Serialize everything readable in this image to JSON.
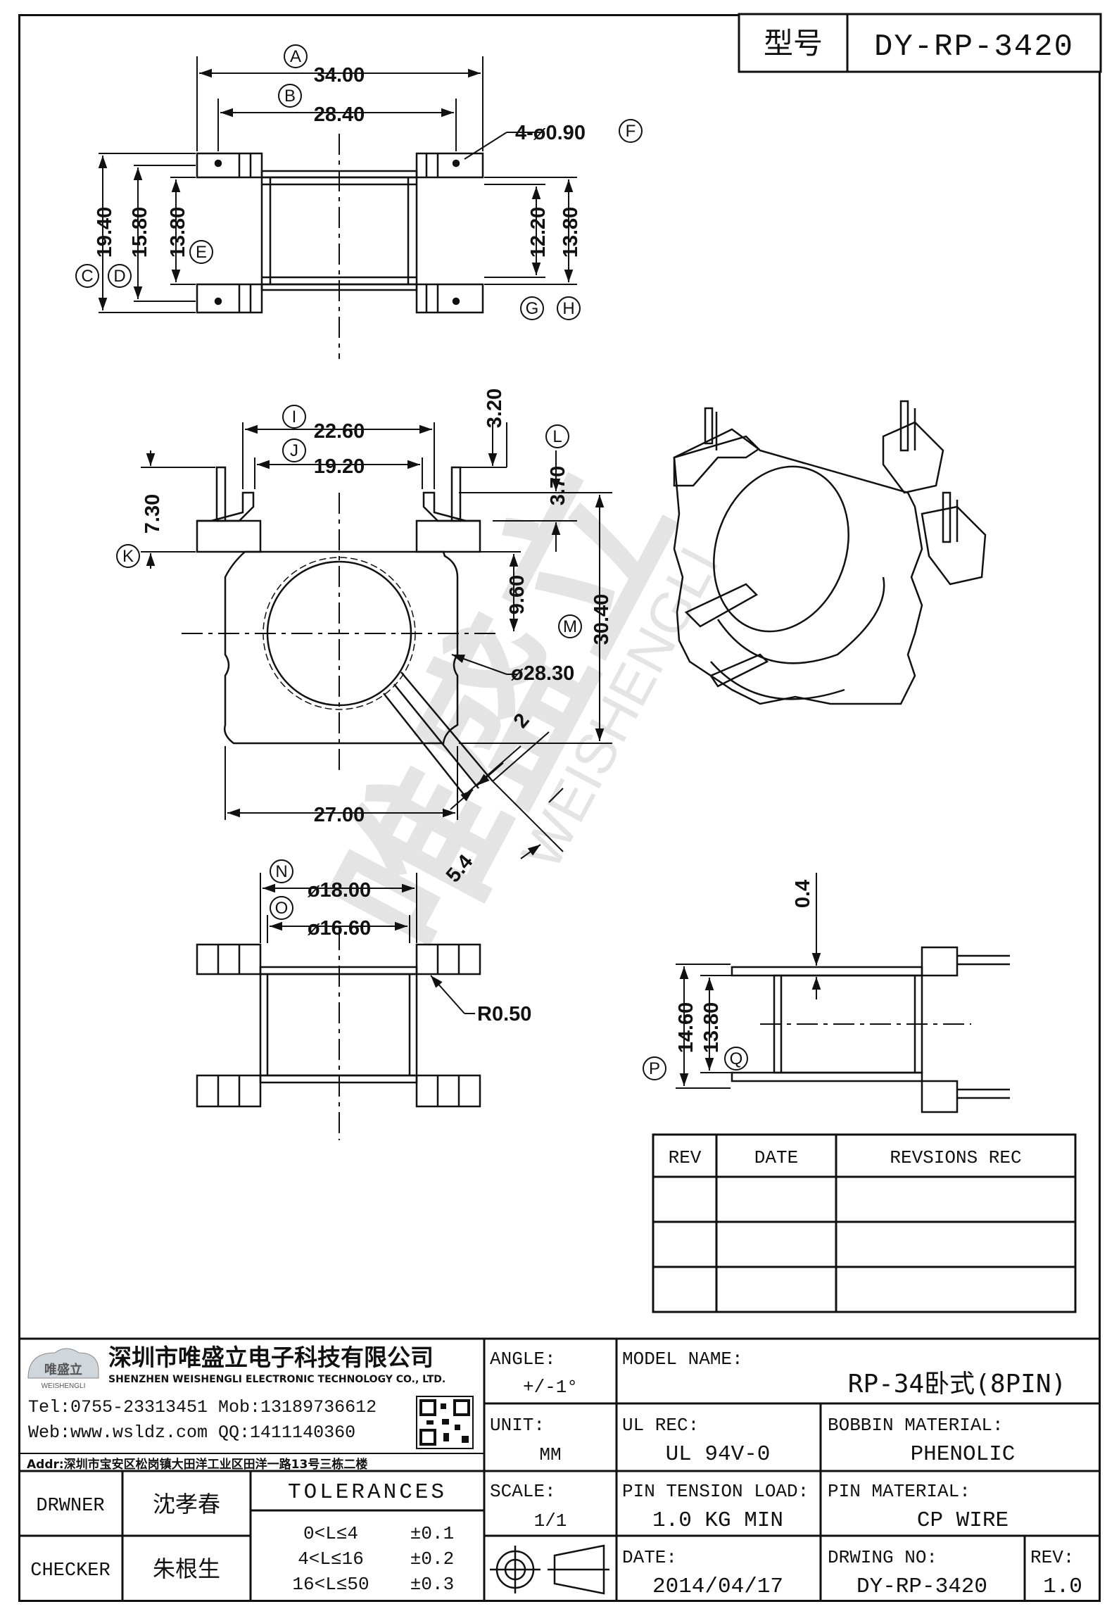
{
  "header": {
    "model_label": "型号",
    "model_number": "DY-RP-3420"
  },
  "dimensions": {
    "A": "34.00",
    "B": "28.40",
    "F": "4-ø0.90",
    "C": "19.40",
    "D": "15.80",
    "E": "13.80",
    "G": "12.20",
    "H": "13.80",
    "I": "22.60",
    "J": "19.20",
    "top_offset": "3.20",
    "L": "3.70",
    "K": "7.30",
    "inner_offset": "9.60",
    "M": "30.40",
    "diameter_outer": "ø28.30",
    "bottom_width": "27.00",
    "slot_width": "2",
    "slot_length": "5.4",
    "N": "ø18.00",
    "O": "ø16.60",
    "radius": "R0.50",
    "flange_thickness": "0.4",
    "P": "14.60",
    "Q": "13.80"
  },
  "circle_labels": [
    "A",
    "B",
    "C",
    "D",
    "E",
    "F",
    "G",
    "H",
    "I",
    "J",
    "K",
    "L",
    "M",
    "N",
    "O",
    "P",
    "Q"
  ],
  "watermark": {
    "text": "WEISHENGLI",
    "brand": "唯盛立"
  },
  "revision_table": {
    "headers": [
      "REV",
      "DATE",
      "REVSIONS REC"
    ],
    "rows": [
      [
        "",
        "",
        ""
      ],
      [
        "",
        "",
        ""
      ],
      [
        "",
        "",
        ""
      ]
    ]
  },
  "company": {
    "name_cn": "深圳市唯盛立电子科技有限公司",
    "name_en": "SHENZHEN WEISHENGLI ELECTRONIC TECHNOLOGY CO., LTD.",
    "logo_text": "唯盛立",
    "logo_sub": "WEISHENGLI",
    "tel_mob": "Tel:0755-23313451  Mob:13189736612",
    "web_qq": "Web:www.wsldz.com  QQ:1411140360",
    "addr": "Addr:深圳市宝安区松岗镇大田洋工业区田洋一路13号三栋二楼"
  },
  "title_block": {
    "angle_label": "ANGLE:",
    "angle_value": "+/-1°",
    "model_name_label": "MODEL NAME:",
    "model_name_value": "RP-34卧式(8PIN)",
    "unit_label": "UNIT:",
    "unit_value": "MM",
    "ul_rec_label": "UL REC:",
    "ul_rec_value": "UL 94V-0",
    "bobbin_material_label": "BOBBIN MATERIAL:",
    "bobbin_material_value": "PHENOLIC",
    "scale_label": "SCALE:",
    "scale_value": "1/1",
    "pin_tension_label": "PIN TENSION LOAD:",
    "pin_tension_value": "1.0 KG MIN",
    "pin_material_label": "PIN MATERIAL:",
    "pin_material_value": "CP WIRE",
    "date_label": "DATE:",
    "date_value": "2014/04/17",
    "drwing_no_label": "DRWING NO:",
    "drwing_no_value": "DY-RP-3420",
    "rev_label": "REV:",
    "rev_value": "1.0",
    "drawer_label": "DRWNER",
    "drawer_name": "沈孝春",
    "checker_label": "CHECKER",
    "checker_name": "朱根生",
    "tolerances_label": "TOLERANCES",
    "tolerances": [
      {
        "range": "0<L≤4",
        "value": "±0.1"
      },
      {
        "range": "4<L≤16",
        "value": "±0.2"
      },
      {
        "range": "16<L≤50",
        "value": "±0.3"
      }
    ]
  }
}
